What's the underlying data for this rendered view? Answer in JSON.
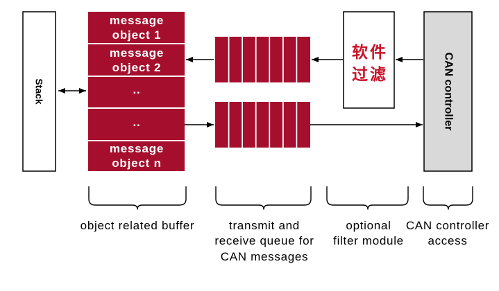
{
  "stack": {
    "label": "Stack"
  },
  "buffer": {
    "rows": [
      {
        "lines": [
          "message",
          "object 1"
        ]
      },
      {
        "lines": [
          "message",
          "object 2"
        ]
      },
      {
        "lines": [
          ".."
        ]
      },
      {
        "lines": [
          ".."
        ]
      },
      {
        "lines": [
          "message",
          "object n"
        ]
      }
    ]
  },
  "filter": {
    "lines": [
      "软件",
      "过滤"
    ]
  },
  "controller": {
    "label": "CAN controller"
  },
  "captions": [
    {
      "lines": [
        "object related buffer"
      ]
    },
    {
      "lines": [
        "transmit and",
        "receive queue for",
        "CAN messages"
      ]
    },
    {
      "lines": [
        "optional",
        "filter module"
      ]
    },
    {
      "lines": [
        "CAN controller",
        "access"
      ]
    }
  ],
  "colors": {
    "buffer_fill": "#a50f2d",
    "queue_fill": "#a50f2d",
    "filter_text": "#c8142a",
    "controller_fill": "#d9d9d9",
    "line": "#000000"
  }
}
